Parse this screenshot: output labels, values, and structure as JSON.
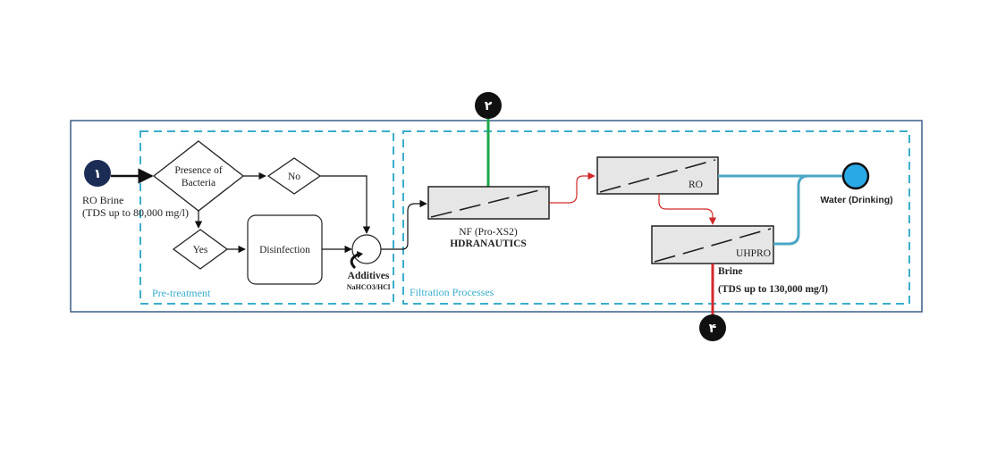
{
  "nodes": {
    "marker_1": "١",
    "marker_2": "٢",
    "marker_4": "۴",
    "ro_brine": "RO Brine",
    "ro_brine_tds": "(TDS up to 80,000 mg/l)",
    "presence_line1": "Presence of",
    "presence_line2": "Bacteria",
    "no": "No",
    "yes": "Yes",
    "disinfection": "Disinfection",
    "additives": "Additives",
    "additives_chem": "NaHCO3/HCl",
    "pretreatment": "Pre-treatment",
    "filtration": "Filtration Processes",
    "nf_line1": "NF (Pro-XS2)",
    "nf_line2": "HDRANAUTICS",
    "ro": "RO",
    "uhpro": "UHPRO",
    "brine": "Brine",
    "brine_tds": "(TDS up to 130,000 mg/l)",
    "water": "Water (Drinking)"
  },
  "colors": {
    "frame": "#3a5f86",
    "dash_box": "#3aaecb",
    "marker_dark": "#1c2d55",
    "marker_black": "#111111",
    "green_line": "#1aa84a",
    "red_line": "#d12a2a",
    "blue_line": "#4ba7c6",
    "water_node": "#29a9e6",
    "membrane_fill": "#e6e6e6"
  }
}
